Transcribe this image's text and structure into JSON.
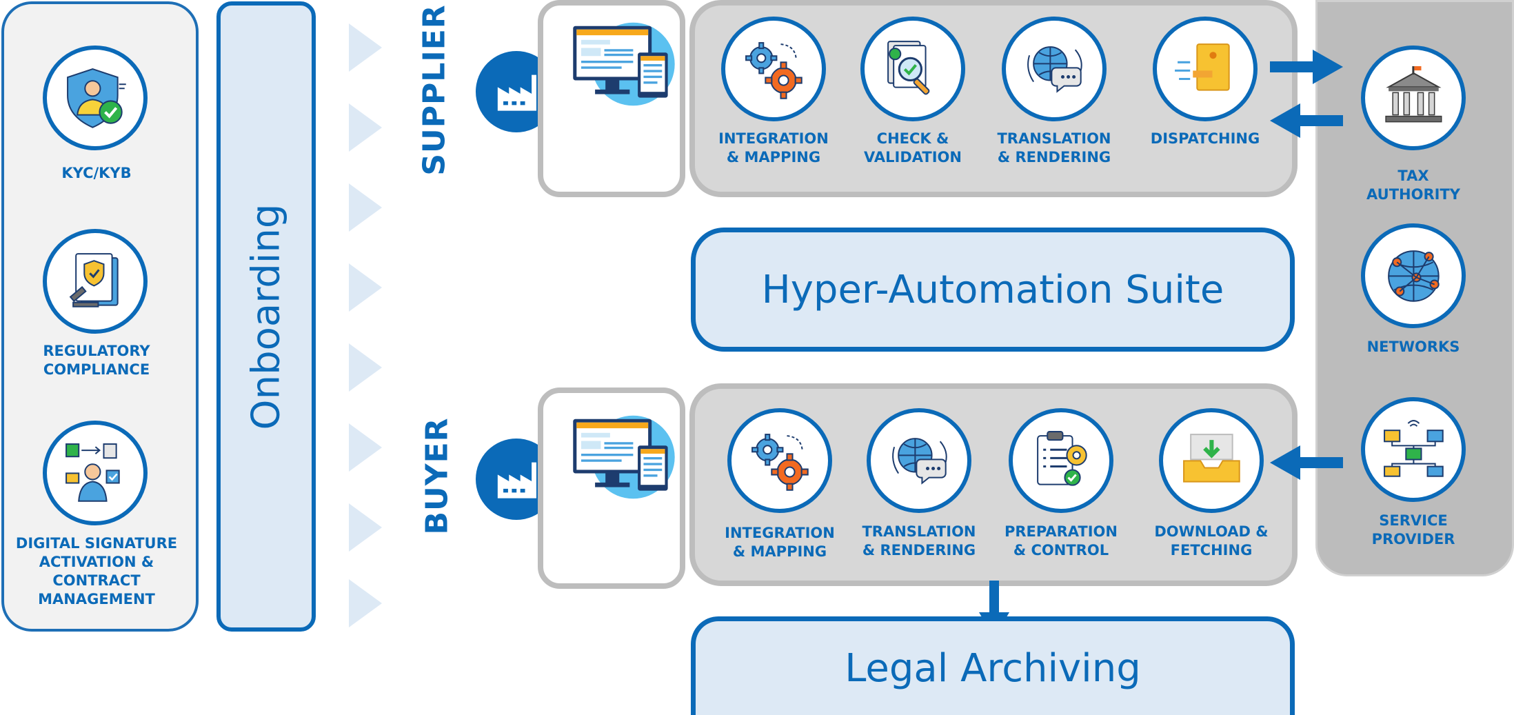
{
  "onboarding": {
    "title": "Onboarding",
    "items": [
      {
        "label": "KYC/KYB",
        "icon": "kyc-shield-person-icon"
      },
      {
        "label": "REGULATORY\nCOMPLIANCE",
        "icon": "regulatory-document-icon"
      },
      {
        "label": "DIGITAL SIGNATURE\nACTIVATION &\nCONTRACT\nMANAGEMENT",
        "icon": "digital-signature-workflow-icon"
      }
    ]
  },
  "supplier": {
    "title": "SUPPLIER",
    "steps": [
      {
        "label": "INTEGRATION\n& MAPPING",
        "icon": "gears-icon"
      },
      {
        "label": "CHECK &\nVALIDATION",
        "icon": "document-check-magnifier-icon"
      },
      {
        "label": "TRANSLATION\n& RENDERING",
        "icon": "globe-chat-icon"
      },
      {
        "label": "DISPATCHING",
        "icon": "envelope-send-icon"
      }
    ]
  },
  "buyer": {
    "title": "BUYER",
    "steps": [
      {
        "label": "INTEGRATION\n& MAPPING",
        "icon": "gears-icon"
      },
      {
        "label": "TRANSLATION\n& RENDERING",
        "icon": "globe-chat-icon"
      },
      {
        "label": "PREPARATION\n& CONTROL",
        "icon": "clipboard-gear-icon"
      },
      {
        "label": "DOWNLOAD &\nFETCHING",
        "icon": "inbox-download-icon"
      }
    ]
  },
  "suite": {
    "title": "Hyper-Automation Suite"
  },
  "archive": {
    "title": "Legal Archiving"
  },
  "external": [
    {
      "label": "TAX\nAUTHORITY",
      "icon": "government-building-icon"
    },
    {
      "label": "NETWORKS",
      "icon": "network-globe-icon"
    },
    {
      "label": "SERVICE\nPROVIDER",
      "icon": "server-network-icon"
    }
  ],
  "colors": {
    "primary_blue": "#0b6ab8",
    "light_blue": "#dde9f5",
    "grey_panel": "#d7d7d7",
    "grey_border": "#bdbdbd"
  }
}
